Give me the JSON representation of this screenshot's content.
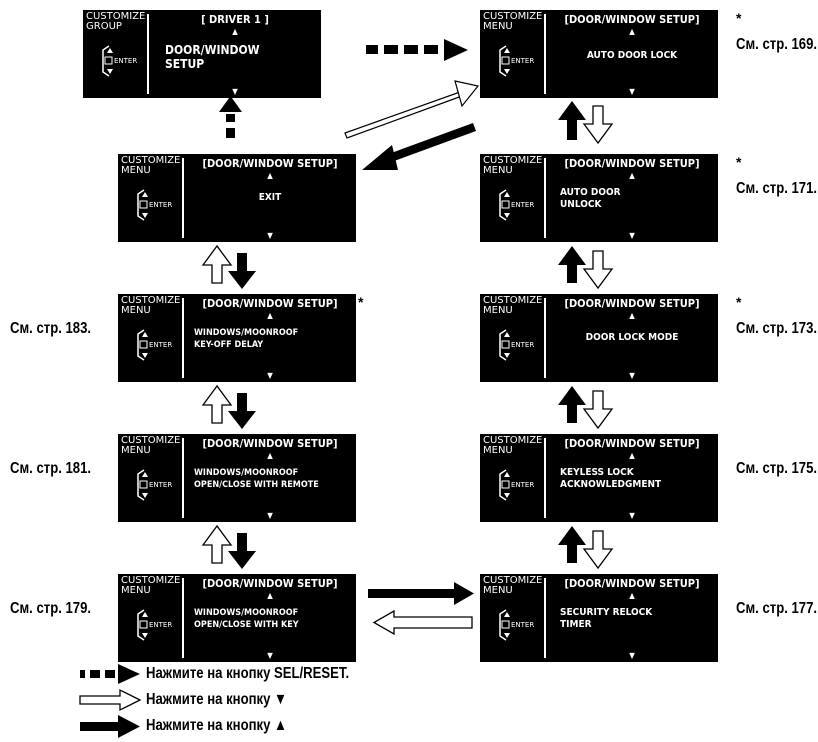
{
  "screens": {
    "driver": {
      "label": "CUSTOMIZE\nGROUP",
      "header": "[ DRIVER 1 ]",
      "body": "DOOR/WINDOW\nSETUP"
    },
    "exit": {
      "label": "CUSTOMIZE\nMENU",
      "header": "[DOOR/WINDOW SETUP]",
      "body": "EXIT"
    },
    "key_off": {
      "label": "CUSTOMIZE\nMENU",
      "header": "[DOOR/WINDOW SETUP]",
      "body": "WINDOWS/MOONROOF\nKEY-OFF DELAY"
    },
    "remote": {
      "label": "CUSTOMIZE\nMENU",
      "header": "[DOOR/WINDOW SETUP]",
      "body": "WINDOWS/MOONROOF\nOPEN/CLOSE WITH REMOTE"
    },
    "with_key": {
      "label": "CUSTOMIZE\nMENU",
      "header": "[DOOR/WINDOW SETUP]",
      "body": "WINDOWS/MOONROOF\nOPEN/CLOSE WITH KEY"
    },
    "auto_lock": {
      "label": "CUSTOMIZE\nMENU",
      "header": "[DOOR/WINDOW SETUP]",
      "body": "AUTO DOOR LOCK"
    },
    "auto_unlock": {
      "label": "CUSTOMIZE\nMENU",
      "header": "[DOOR/WINDOW SETUP]",
      "body": "AUTO DOOR\nUNLOCK"
    },
    "lock_mode": {
      "label": "CUSTOMIZE\nMENU",
      "header": "[DOOR/WINDOW SETUP]",
      "body": "DOOR LOCK MODE"
    },
    "keyless": {
      "label": "CUSTOMIZE\nMENU",
      "header": "[DOOR/WINDOW SETUP]",
      "body": "KEYLESS LOCK\nACKNOWLEDGMENT"
    },
    "relock": {
      "label": "CUSTOMIZE\nMENU",
      "header": "[DOOR/WINDOW SETUP]",
      "body": "SECURITY RELOCK\nTIMER"
    }
  },
  "enter_label": "ENTER",
  "up_glyph": "▲",
  "down_glyph": "▼",
  "star": "*",
  "refs": {
    "auto_lock": "См. стр. 169.",
    "auto_unlock": "См. стр. 171.",
    "lock_mode": "См. стр. 173.",
    "keyless": "См. стр. 175.",
    "relock": "См. стр. 177.",
    "key_off": "См. стр. 183.",
    "remote": "См. стр. 181.",
    "with_key": "См. стр. 179."
  },
  "legend": {
    "sel_reset": "Нажмите на кнопку SEL/RESET.",
    "down": "Нажмите на кнопку ▼",
    "up": "Нажмите на кнопку ▲"
  }
}
